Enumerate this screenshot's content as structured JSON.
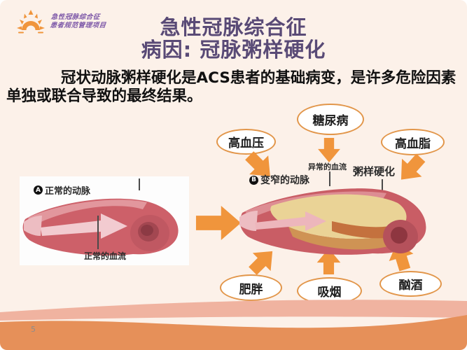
{
  "slide": {
    "logo": {
      "line1": "急性冠脉综合征",
      "line2": "患者规范管理项目"
    },
    "title_line1": "急性冠脉综合征",
    "title_line2": "病因: 冠脉粥样硬化",
    "body_text": "冠状动脉粥样硬化是ACS患者的基础病变，是许多危险因素单独或联合导致的最终结果。",
    "page_number": "5"
  },
  "diagram": {
    "normal_artery": {
      "marker": "A",
      "title": "正常的动脉",
      "flow_label": "正常的血流"
    },
    "narrowed_artery": {
      "marker": "B",
      "title": "变窄的动脉",
      "flow_label": "异常的血流",
      "plaque_label": "粥样硬化"
    },
    "risk_factors": [
      {
        "id": "hypertension",
        "label": "高血压"
      },
      {
        "id": "diabetes",
        "label": "糖尿病"
      },
      {
        "id": "hyperlipidemia",
        "label": "高血脂"
      },
      {
        "id": "obesity",
        "label": "肥胖"
      },
      {
        "id": "smoking",
        "label": "吸烟"
      },
      {
        "id": "alcohol",
        "label": "酗酒"
      }
    ]
  },
  "colors": {
    "background": "#fcf1e9",
    "title_purple": "#594a76",
    "logo_purple": "#7d58a8",
    "arrow_orange": "#f0953c",
    "bubble_border_orange": "#e2964a",
    "bottom_band_orange": "#e69059",
    "bottom_band_salmon": "#f0b3a0",
    "artery_red": "#c95d65",
    "plaque_yellow": "#ead396"
  }
}
